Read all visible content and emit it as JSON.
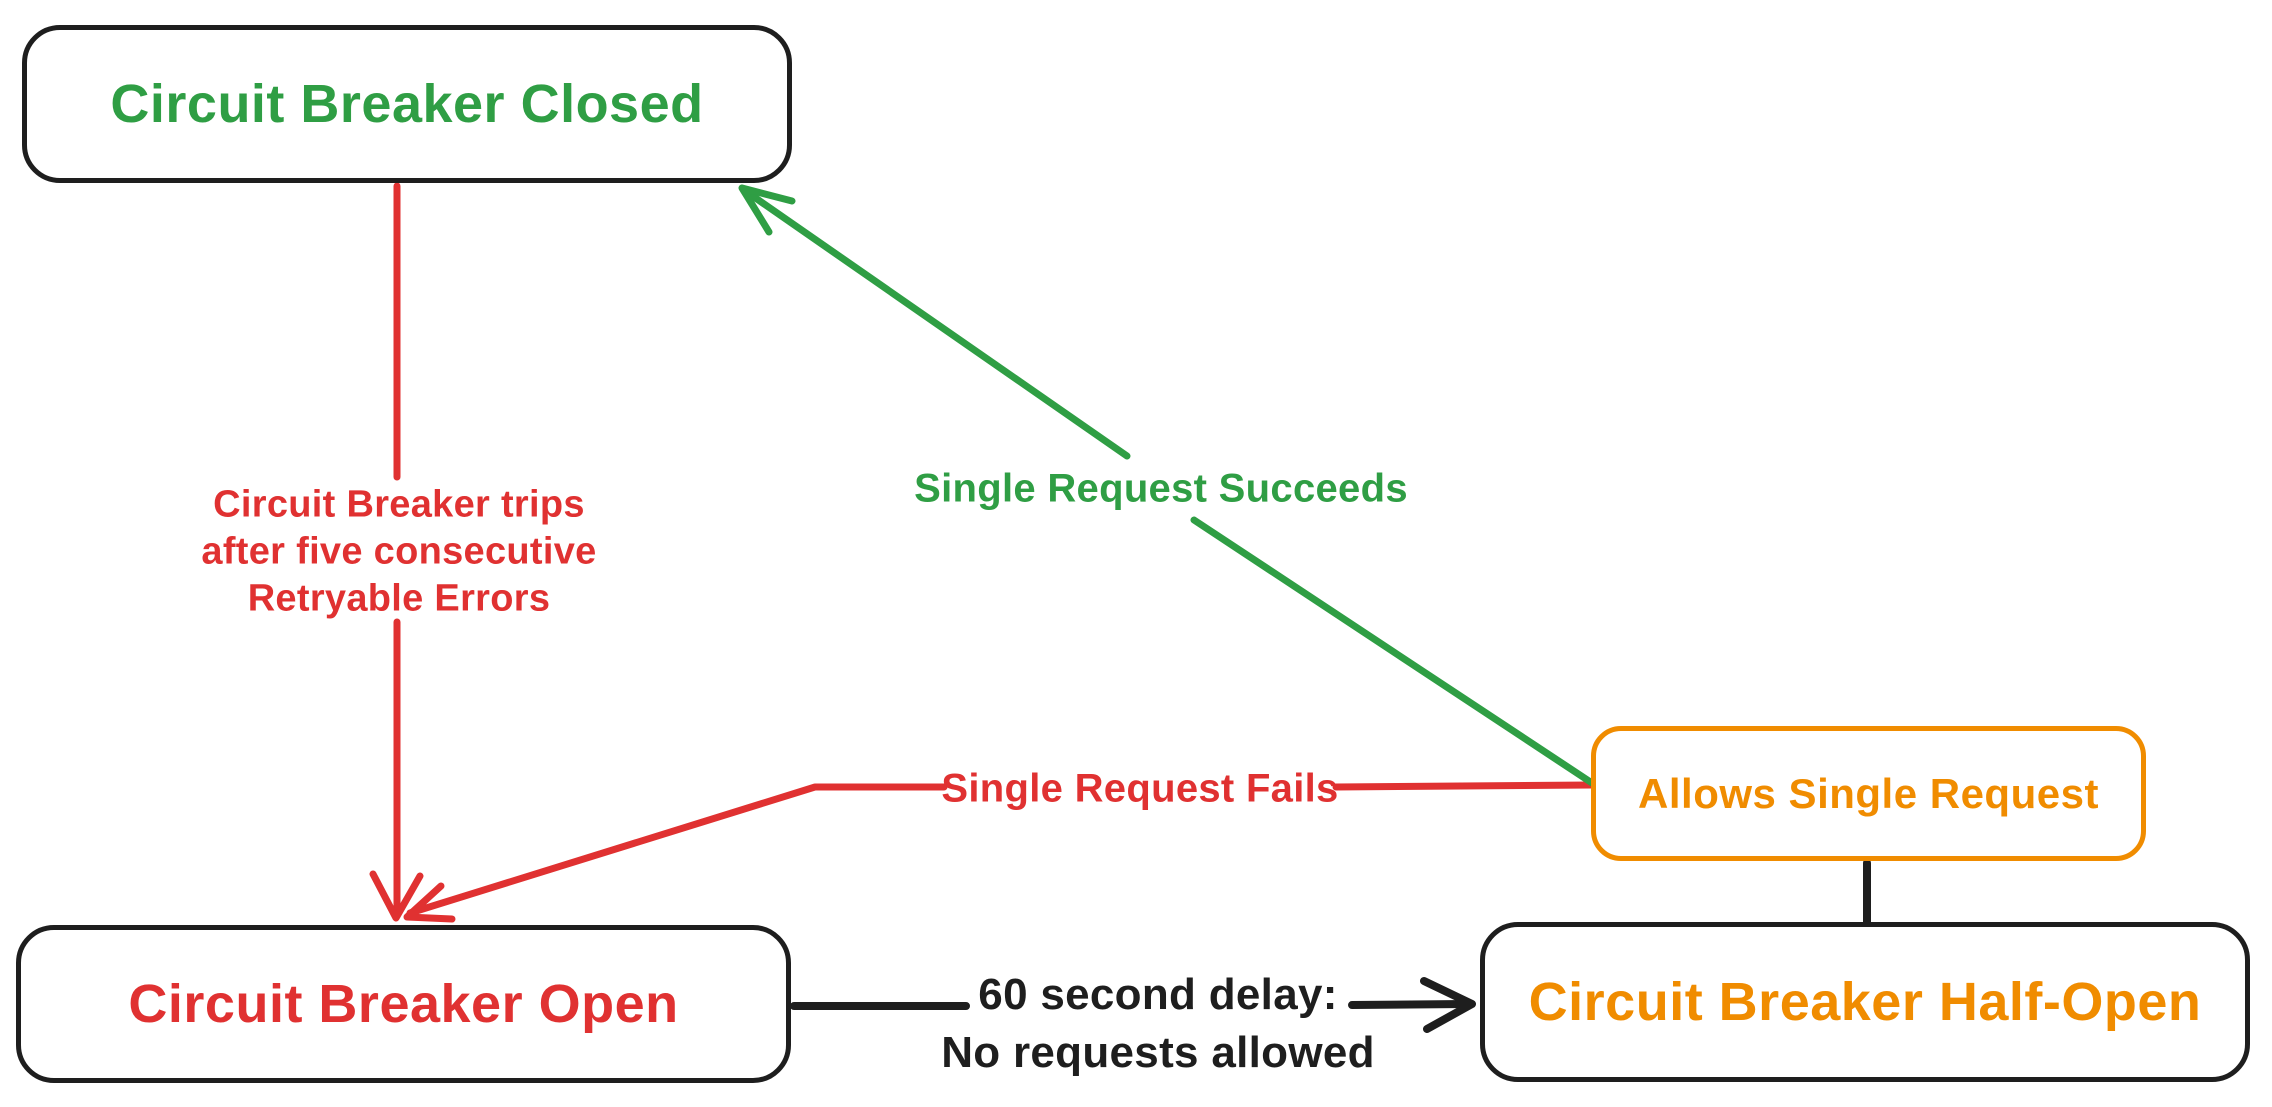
{
  "colors": {
    "red": "#e03131",
    "green": "#2f9e44",
    "orange": "#f08c00",
    "black": "#1e1e1e",
    "bg": "#ffffff"
  },
  "nodes": {
    "closed": {
      "label": "Circuit Breaker Closed"
    },
    "open": {
      "label": "Circuit Breaker Open"
    },
    "half_open": {
      "label": "Circuit Breaker Half-Open"
    },
    "allows": {
      "label": "Allows Single Request"
    }
  },
  "edges": {
    "trips": {
      "label_lines": [
        "Circuit Breaker trips",
        "after five consecutive",
        "Retryable Errors"
      ]
    },
    "succeeds": {
      "label": "Single Request Succeeds"
    },
    "fails": {
      "label": "Single Request Fails"
    },
    "delay": {
      "label_lines": [
        "60 second delay:",
        "No requests allowed"
      ]
    },
    "half_open_connector": {
      "label": ""
    }
  }
}
